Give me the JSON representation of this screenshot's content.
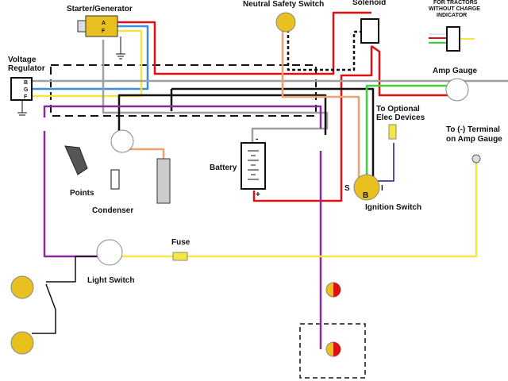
{
  "labels": {
    "starter_generator": "Starter/Generator",
    "gen_a": "A",
    "gen_f": "F",
    "voltage_regulator_1": "Voltage",
    "voltage_regulator_2": "Regulator",
    "reg_b": "B",
    "reg_g": "G",
    "reg_f": "F",
    "neutral_safety_switch": "Neutral Safety Switch",
    "solenoid": "Solenoid",
    "note_1": "FOR TRACTORS",
    "note_2": "WITHOUT CHARGE",
    "note_3": "INDICATOR",
    "amp_gauge": "Amp Gauge",
    "optional_1": "To Optional",
    "optional_2": "Elec Devices",
    "neg_term_1": "To (-) Terminal",
    "neg_term_2": "on Amp Gauge",
    "battery": "Battery",
    "bat_minus": "-",
    "bat_plus": "+",
    "points": "Points",
    "condenser": "Condenser",
    "ign_s": "S",
    "ign_b": "B",
    "ign_i": "I",
    "ignition_switch": "Ignition Switch",
    "fuse": "Fuse",
    "light_switch": "Light Switch"
  },
  "colors": {
    "red": "#e01010",
    "yellow": "#f5e642",
    "blue": "#3a8fd8",
    "gray": "#a0a0a0",
    "black": "#111111",
    "purple": "#8a2aa0",
    "orange": "#f0a070",
    "green": "#40d040",
    "navy": "#1a1a90",
    "component": "#e8c020"
  }
}
